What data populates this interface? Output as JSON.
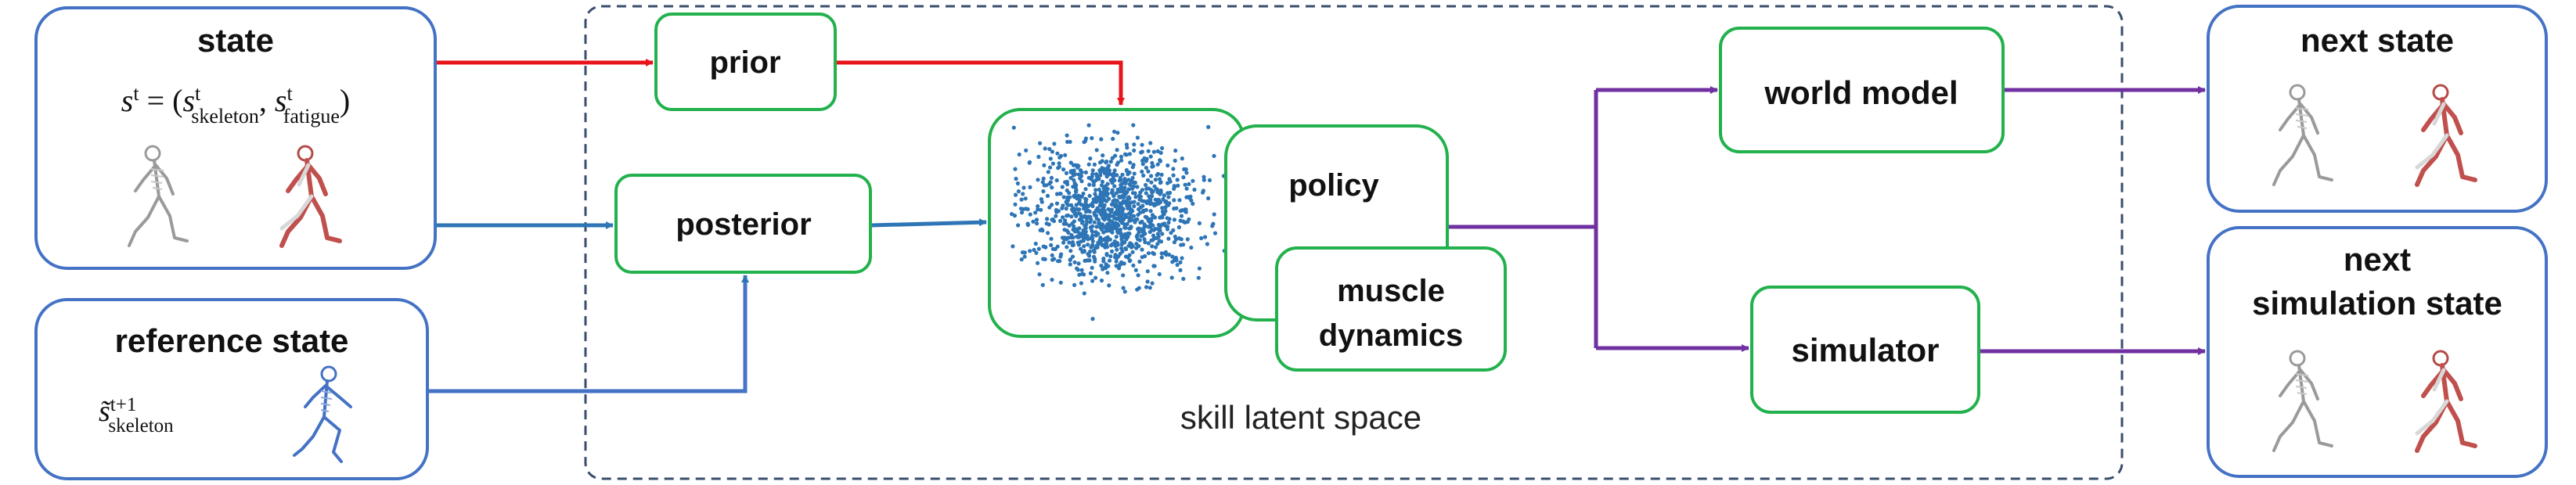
{
  "inputs": {
    "state": {
      "title": "state",
      "formula_lhs": "s",
      "formula_sup": "t",
      "formula_mid": " = (",
      "formula_s1": "s",
      "formula_s1_sup": "t",
      "formula_s1_sub": "skeleton",
      "formula_comma": ", ",
      "formula_s2": "s",
      "formula_s2_sup": "t",
      "formula_s2_sub": "fatigue",
      "formula_close": ")"
    },
    "reference": {
      "title": "reference state",
      "formula_s": "s̃",
      "formula_sup": "t+1",
      "formula_sub": "skeleton"
    }
  },
  "latent": {
    "prior": "prior",
    "posterior": "posterior",
    "policy": "policy",
    "muscle_line1": "muscle",
    "muscle_line2": "dynamics",
    "caption": "skill latent space"
  },
  "models": {
    "world_model": "world model",
    "simulator": "simulator"
  },
  "outputs": {
    "next_state": "next state",
    "next_sim_line1": "next",
    "next_sim_line2": "simulation state"
  },
  "colors": {
    "input_box": "#4472c4",
    "module_box": "#22b14c",
    "dashed_region": "#3a4d6e",
    "prior_arrow": "#e8141c",
    "posterior_arrow": "#2e75b6",
    "output_arrow": "#7030a0",
    "scatter": "#2e75b6",
    "skeleton_gray": "#a0a0a0",
    "muscle_red": "#c0504d",
    "reference_skeleton": "#4472c4"
  },
  "icons": [
    "skeleton-figure",
    "muscle-figure",
    "reference-skeleton-figure",
    "latent-scatter"
  ]
}
